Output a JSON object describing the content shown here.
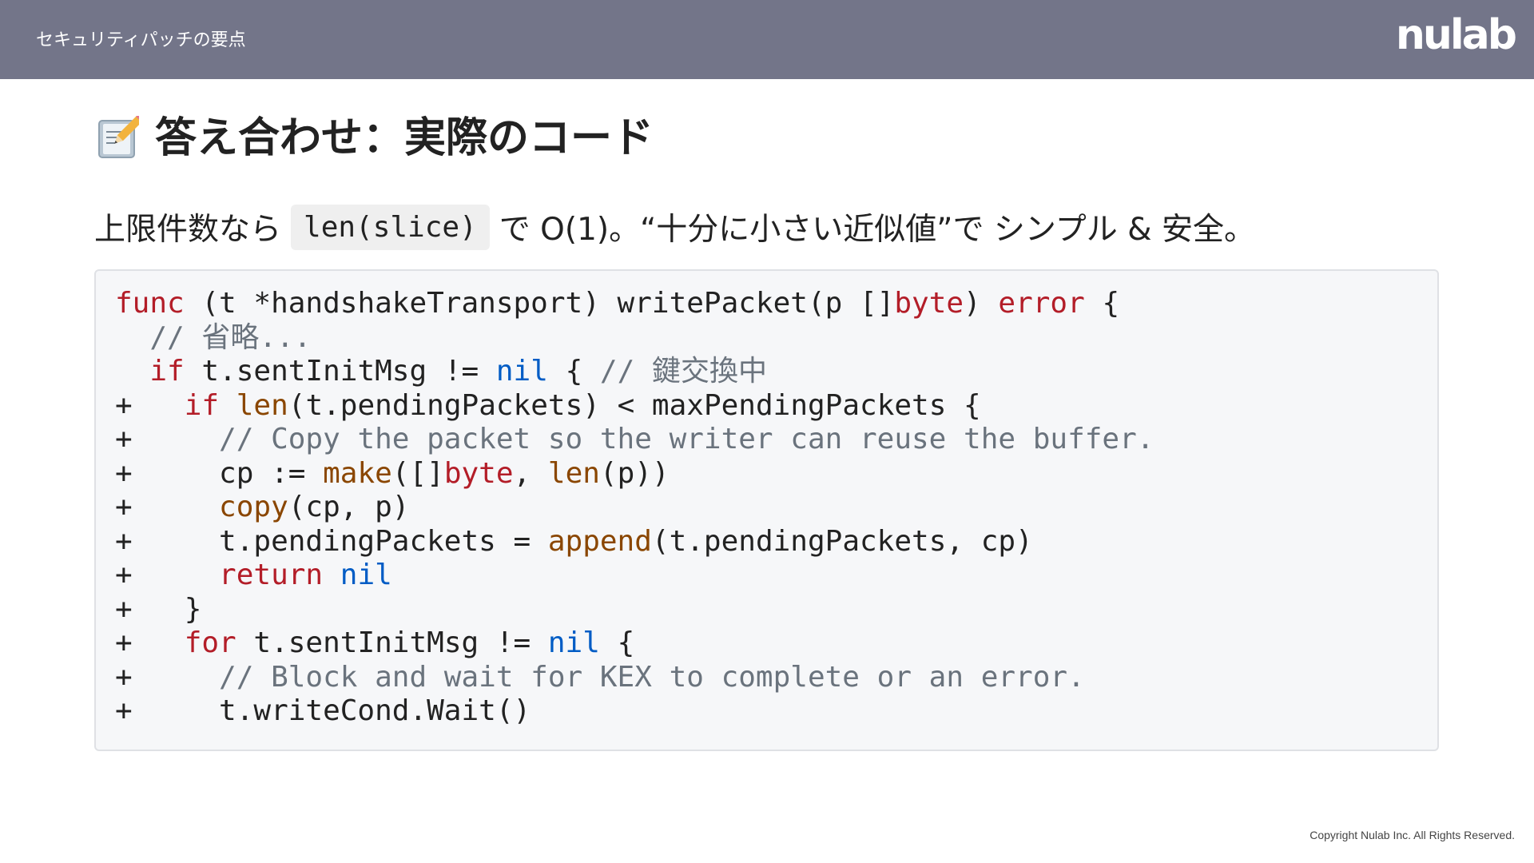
{
  "header": {
    "title": "セキュリティパッチの要点",
    "logo_text": "nulab"
  },
  "slide": {
    "title_icon": "memo-pencil-icon",
    "title": "答え合わせ：実際のコード",
    "lead": {
      "before": "上限件数なら",
      "code": "len(slice)",
      "after": "で O(1)。“十分に小さい近似値”で シンプル & 安全。"
    }
  },
  "code": {
    "language": "go",
    "lines": [
      [
        {
          "t": "func",
          "k": "kw"
        },
        {
          "t": " (t *handshakeTransport) writePacket(p []",
          "k": "plain"
        },
        {
          "t": "byte",
          "k": "kw"
        },
        {
          "t": ") ",
          "k": "plain"
        },
        {
          "t": "error",
          "k": "kw"
        },
        {
          "t": " {",
          "k": "plain"
        }
      ],
      [
        {
          "t": "  ",
          "k": "plain"
        },
        {
          "t": "// 省略...",
          "k": "comment"
        }
      ],
      [
        {
          "t": "  ",
          "k": "plain"
        },
        {
          "t": "if",
          "k": "kw"
        },
        {
          "t": " t.sentInitMsg != ",
          "k": "plain"
        },
        {
          "t": "nil",
          "k": "lit"
        },
        {
          "t": " { ",
          "k": "plain"
        },
        {
          "t": "// 鍵交換中",
          "k": "comment"
        }
      ],
      [
        {
          "t": "+   ",
          "k": "plain"
        },
        {
          "t": "if",
          "k": "kw"
        },
        {
          "t": " ",
          "k": "plain"
        },
        {
          "t": "len",
          "k": "builtin"
        },
        {
          "t": "(t.pendingPackets) < maxPendingPackets {",
          "k": "plain"
        }
      ],
      [
        {
          "t": "+     ",
          "k": "plain"
        },
        {
          "t": "// Copy the packet so the writer can reuse the buffer.",
          "k": "comment"
        }
      ],
      [
        {
          "t": "+     cp := ",
          "k": "plain"
        },
        {
          "t": "make",
          "k": "builtin"
        },
        {
          "t": "([]",
          "k": "plain"
        },
        {
          "t": "byte",
          "k": "kw"
        },
        {
          "t": ", ",
          "k": "plain"
        },
        {
          "t": "len",
          "k": "builtin"
        },
        {
          "t": "(p))",
          "k": "plain"
        }
      ],
      [
        {
          "t": "+     ",
          "k": "plain"
        },
        {
          "t": "copy",
          "k": "builtin"
        },
        {
          "t": "(cp, p)",
          "k": "plain"
        }
      ],
      [
        {
          "t": "+     t.pendingPackets = ",
          "k": "plain"
        },
        {
          "t": "append",
          "k": "builtin"
        },
        {
          "t": "(t.pendingPackets, cp)",
          "k": "plain"
        }
      ],
      [
        {
          "t": "+     ",
          "k": "plain"
        },
        {
          "t": "return",
          "k": "kw"
        },
        {
          "t": " ",
          "k": "plain"
        },
        {
          "t": "nil",
          "k": "lit"
        }
      ],
      [
        {
          "t": "+   }",
          "k": "plain"
        }
      ],
      [
        {
          "t": "+   ",
          "k": "plain"
        },
        {
          "t": "for",
          "k": "kw"
        },
        {
          "t": " t.sentInitMsg != ",
          "k": "plain"
        },
        {
          "t": "nil",
          "k": "lit"
        },
        {
          "t": " {",
          "k": "plain"
        }
      ],
      [
        {
          "t": "+     ",
          "k": "plain"
        },
        {
          "t": "// Block and wait for KEX to complete or an error.",
          "k": "comment"
        }
      ],
      [
        {
          "t": "+     t.writeCond.Wait()",
          "k": "plain"
        }
      ]
    ]
  },
  "footer": {
    "copyright": "Copyright  Nulab Inc. All Rights Reserved."
  },
  "colors": {
    "header_bg": "#737589",
    "keyword": "#b31d28",
    "builtin": "#8a4600",
    "literal": "#005cc5",
    "comment": "#6a737d",
    "text": "#222222",
    "code_bg": "#f6f7f9"
  }
}
